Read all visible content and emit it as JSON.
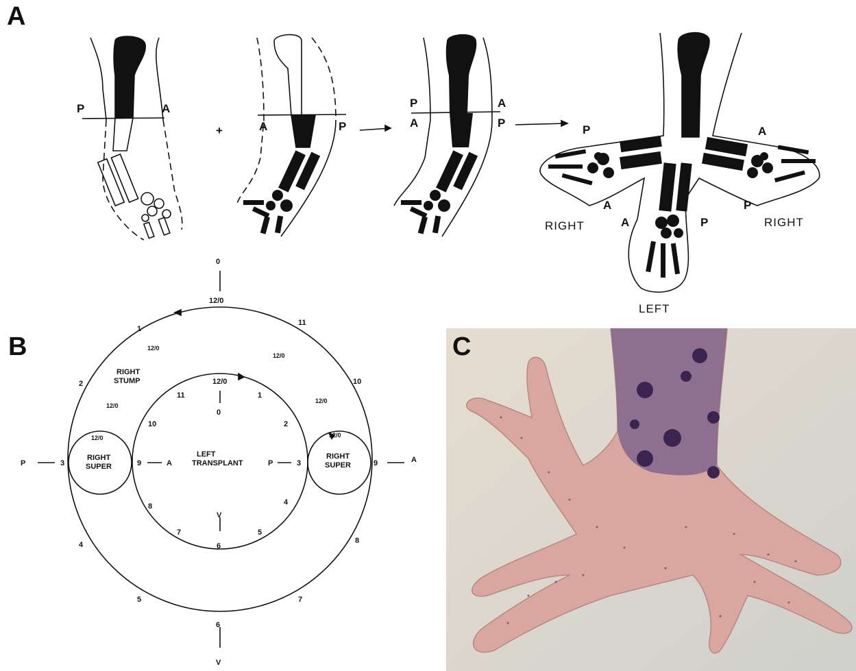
{
  "panels": {
    "a": "A",
    "b": "B",
    "c": "C"
  },
  "panel_a": {
    "plus": "+",
    "p": "P",
    "a": "A",
    "right": "RIGHT",
    "left": "LEFT"
  },
  "panel_b": {
    "zero": "0",
    "six": "6",
    "v": "V",
    "twelve_zero": "12/0",
    "right_stump": [
      "RIGHT",
      "STUMP"
    ],
    "left_transplant": [
      "LEFT",
      "TRANSPLANT"
    ],
    "right_super": [
      "RIGHT",
      "SUPER"
    ],
    "p": "P",
    "a": "A",
    "outer_numbers": [
      "1",
      "2",
      "3",
      "4",
      "5",
      "6",
      "7",
      "8",
      "9",
      "10",
      "11"
    ],
    "inner_numbers": [
      "1",
      "2",
      "3",
      "4",
      "5",
      "6",
      "7",
      "8",
      "9",
      "10",
      "11"
    ]
  },
  "colors": {
    "ink": "#111111",
    "photo_bg": "#d9d3c6",
    "limb": "#d9a7a0",
    "pigment": "#3b2450"
  }
}
